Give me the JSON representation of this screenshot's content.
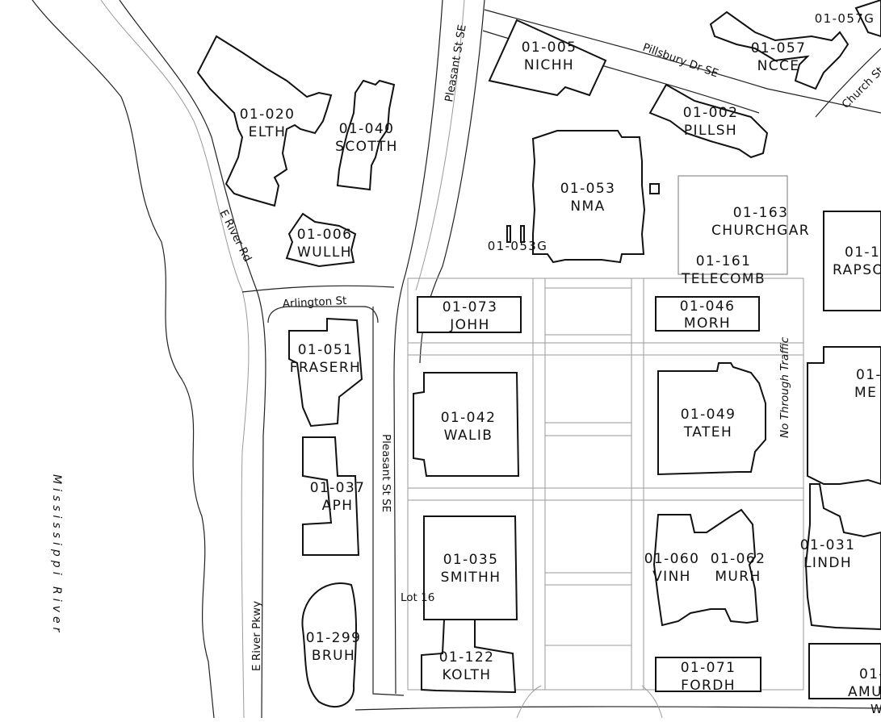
{
  "map": {
    "river_label": "Mississippi River",
    "streets": {
      "pleasant_north": "Pleasant St SE",
      "pleasant_south": "Pleasant St SE",
      "pillsbury": "Pillsbury Dr SE",
      "church": "Church St",
      "e_river_rd": "E River Rd",
      "arlington": "Arlington St",
      "e_river_pkwy": "E River Pkwy",
      "no_through": "No Through Traffic"
    },
    "lot_label": "Lot 16",
    "buildings": {
      "nichh": {
        "id": "01-005",
        "name": "NICHH"
      },
      "ncce": {
        "id": "01-057",
        "name": "NCCE"
      },
      "ncce_g": {
        "id": "01-057G",
        "name": ""
      },
      "pillsh": {
        "id": "01-002",
        "name": "PILLSH"
      },
      "elth": {
        "id": "01-020",
        "name": "ELTH"
      },
      "scotth": {
        "id": "01-040",
        "name": "SCOTTH"
      },
      "nma": {
        "id": "01-053",
        "name": "NMA"
      },
      "nma_g": {
        "id": "01-053G",
        "name": ""
      },
      "churchgar": {
        "id": "01-163",
        "name": "CHURCHGAR"
      },
      "rapson": {
        "id": "01-1",
        "name": "RAPSO"
      },
      "wullh": {
        "id": "01-006",
        "name": "WULLH"
      },
      "telecomb": {
        "id": "01-161",
        "name": "TELECOMB"
      },
      "johh": {
        "id": "01-073",
        "name": "JOHH"
      },
      "morh": {
        "id": "01-046",
        "name": "MORH"
      },
      "fraserh": {
        "id": "01-051",
        "name": "FRASERH"
      },
      "walib": {
        "id": "01-042",
        "name": "WALIB"
      },
      "tateh": {
        "id": "01-049",
        "name": "TATEH"
      },
      "me": {
        "id": "01-",
        "name": "ME"
      },
      "aph": {
        "id": "01-037",
        "name": "APH"
      },
      "smithh": {
        "id": "01-035",
        "name": "SMITHH"
      },
      "vinh": {
        "id": "01-060",
        "name": "VINH"
      },
      "murh": {
        "id": "01-062",
        "name": "MURH"
      },
      "lindh": {
        "id": "01-031",
        "name": "LINDH"
      },
      "bruh": {
        "id": "01-299",
        "name": "BRUH"
      },
      "kolth": {
        "id": "01-122",
        "name": "KOLTH"
      },
      "fordh": {
        "id": "01-071",
        "name": "FORDH"
      },
      "amu": {
        "id": "01-",
        "name": "AMU"
      },
      "amu_sub": {
        "id": "",
        "name": "W"
      }
    },
    "colors": {
      "background": "#ffffff",
      "building_stroke": "#111111",
      "path_stroke": "#9a9a9a"
    }
  }
}
